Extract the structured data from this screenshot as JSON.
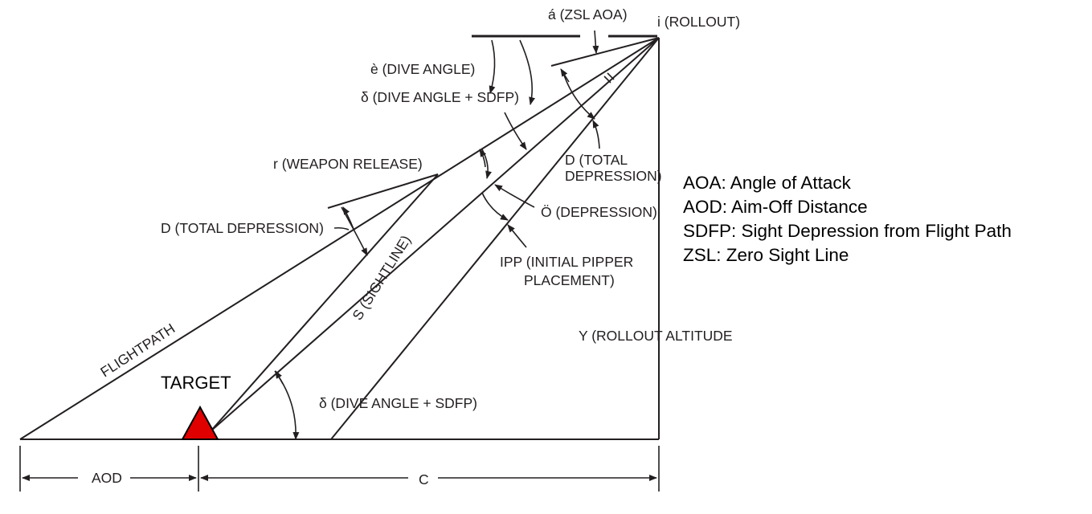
{
  "labels": {
    "zsl_aoa": "á (ZSL AOA)",
    "rollout": "i (ROLLOUT)",
    "dive_angle": "è (DIVE ANGLE)",
    "dive_angle_sdfp_top": "δ (DIVE ANGLE + SDFP)",
    "weapon_release": "r (WEAPON RELEASE)",
    "total_depression_right_1": "D (TOTAL",
    "total_depression_right_2": "DEPRESSION)",
    "total_depression_left": "D (TOTAL DEPRESSION)",
    "depression": "Ö (DEPRESSION)",
    "ipp_1": "IPP (INITIAL PIPPER",
    "ipp_2": "PLACEMENT)",
    "sightline": "S (SIGHTLINE)",
    "flightpath": "FLIGHTPATH",
    "rollout_altitude": "Y (ROLLOUT ALTITUDE",
    "dive_angle_sdfp_bottom": "δ (DIVE ANGLE + SDFP)",
    "target": "TARGET",
    "aod": "AOD",
    "c": "C",
    "subscript_i": "i"
  },
  "legend": [
    "AOA: Angle of Attack",
    "AOD: Aim-Off Distance",
    "SDFP: Sight Depression from Flight Path",
    "ZSL: Zero Sight Line"
  ],
  "colors": {
    "line": "#231f20",
    "target_fill": "#e00000"
  }
}
